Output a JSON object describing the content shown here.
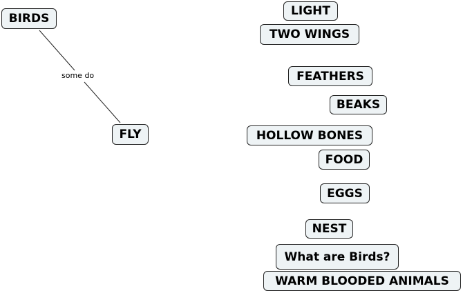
{
  "concepts": {
    "birds": "BIRDS",
    "fly": "FLY",
    "light": "LIGHT",
    "two_wings": "TWO WINGS",
    "feathers": "FEATHERS",
    "beaks": "BEAKS",
    "hollow_bones": "HOLLOW BONES",
    "food": "FOOD",
    "eggs": "EGGS",
    "nest": "NEST",
    "what_are_birds": "What are Birds?",
    "warm_blooded": "WARM BLOODED ANIMALS"
  },
  "links": {
    "birds_fly": "some do"
  }
}
